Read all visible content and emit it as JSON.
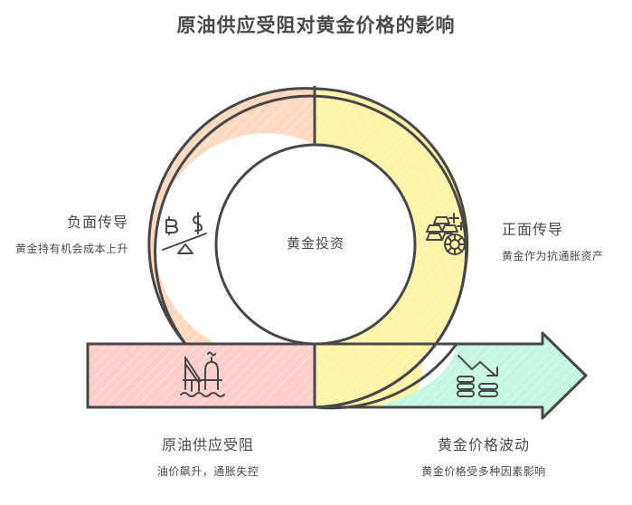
{
  "title": "原油供应受阻对黄金价格的影响",
  "center": {
    "label": "黄金投资"
  },
  "segments": {
    "negative": {
      "heading": "负面传导",
      "description": "黄金持有机会成本上升",
      "icon": "seesaw-currency-icon",
      "color": "#ffd8bf"
    },
    "positive": {
      "heading": "正面传导",
      "description": "黄金作为抗通胀资产",
      "icon": "gold-bars-coin-icon",
      "color": "#fff3a8"
    },
    "oil": {
      "heading": "原油供应受阻",
      "description": "油价飙升，通胀失控",
      "icon": "oil-rig-icon",
      "color": "#ffcccc"
    },
    "gold": {
      "heading": "黄金价格波动",
      "description": "黄金价格受多种因素影响",
      "icon": "coins-trend-down-icon",
      "color": "#c4f7e2"
    }
  },
  "colors": {
    "stroke": "#474747",
    "text": "#4a4a4a"
  }
}
